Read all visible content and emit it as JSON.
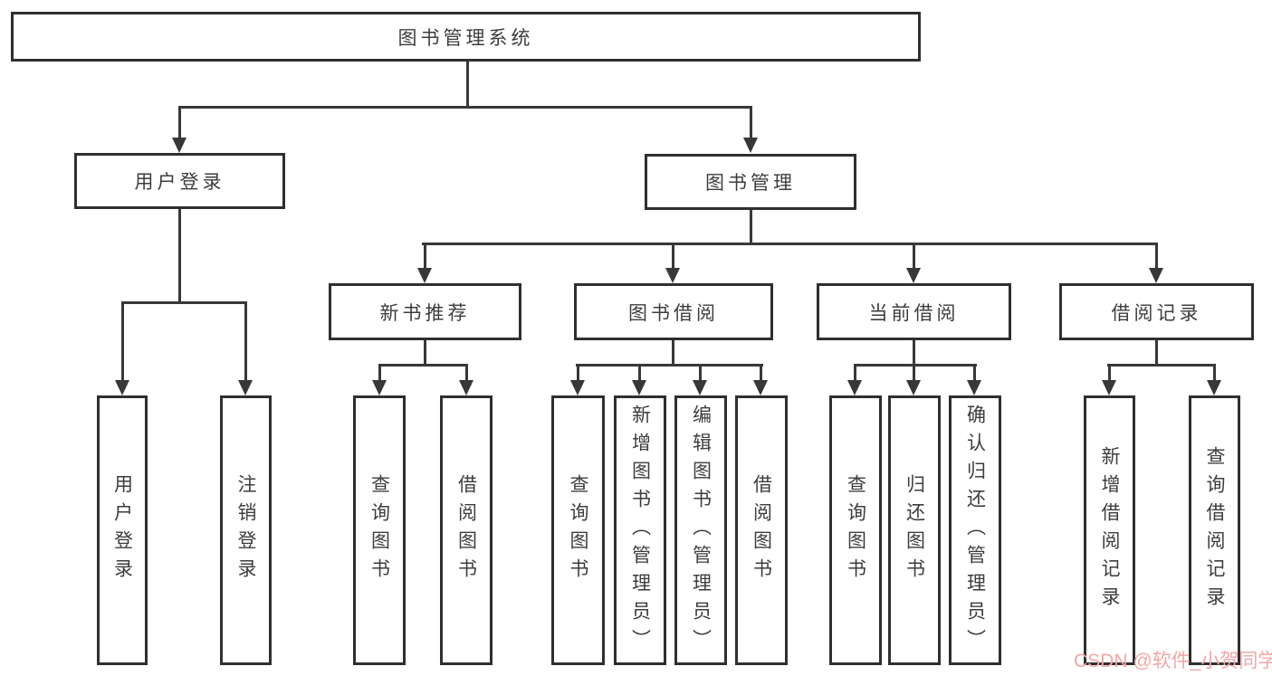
{
  "nodes": {
    "root": "图书管理系统",
    "user_login": "用户登录",
    "book_mgmt": "图书管理",
    "new_book": "新书推荐",
    "book_borrow": "图书借阅",
    "current_borrow": "当前借阅",
    "borrow_record": "借阅记录",
    "ul_login": "用户登录",
    "ul_logout": "注销登录",
    "nb_query": "查询图书",
    "nb_borrow": "借阅图书",
    "bb_query": "查询图书",
    "bb_add": "新增图书（管理员）",
    "bb_edit": "编辑图书（管理员）",
    "bb_borrow": "借阅图书",
    "cb_query": "查询图书",
    "cb_return": "归还图书",
    "cb_confirm": "确认归还（管理员）",
    "br_add": "新增借阅记录",
    "br_query": "查询借阅记录"
  },
  "watermark": "CSDN @软件_小贺同学",
  "colors": {
    "line": "#383838",
    "border": "#2f2f2f",
    "text": "#3d3d3d",
    "watermark": "#f2a6a6",
    "background": "#ffffff"
  }
}
